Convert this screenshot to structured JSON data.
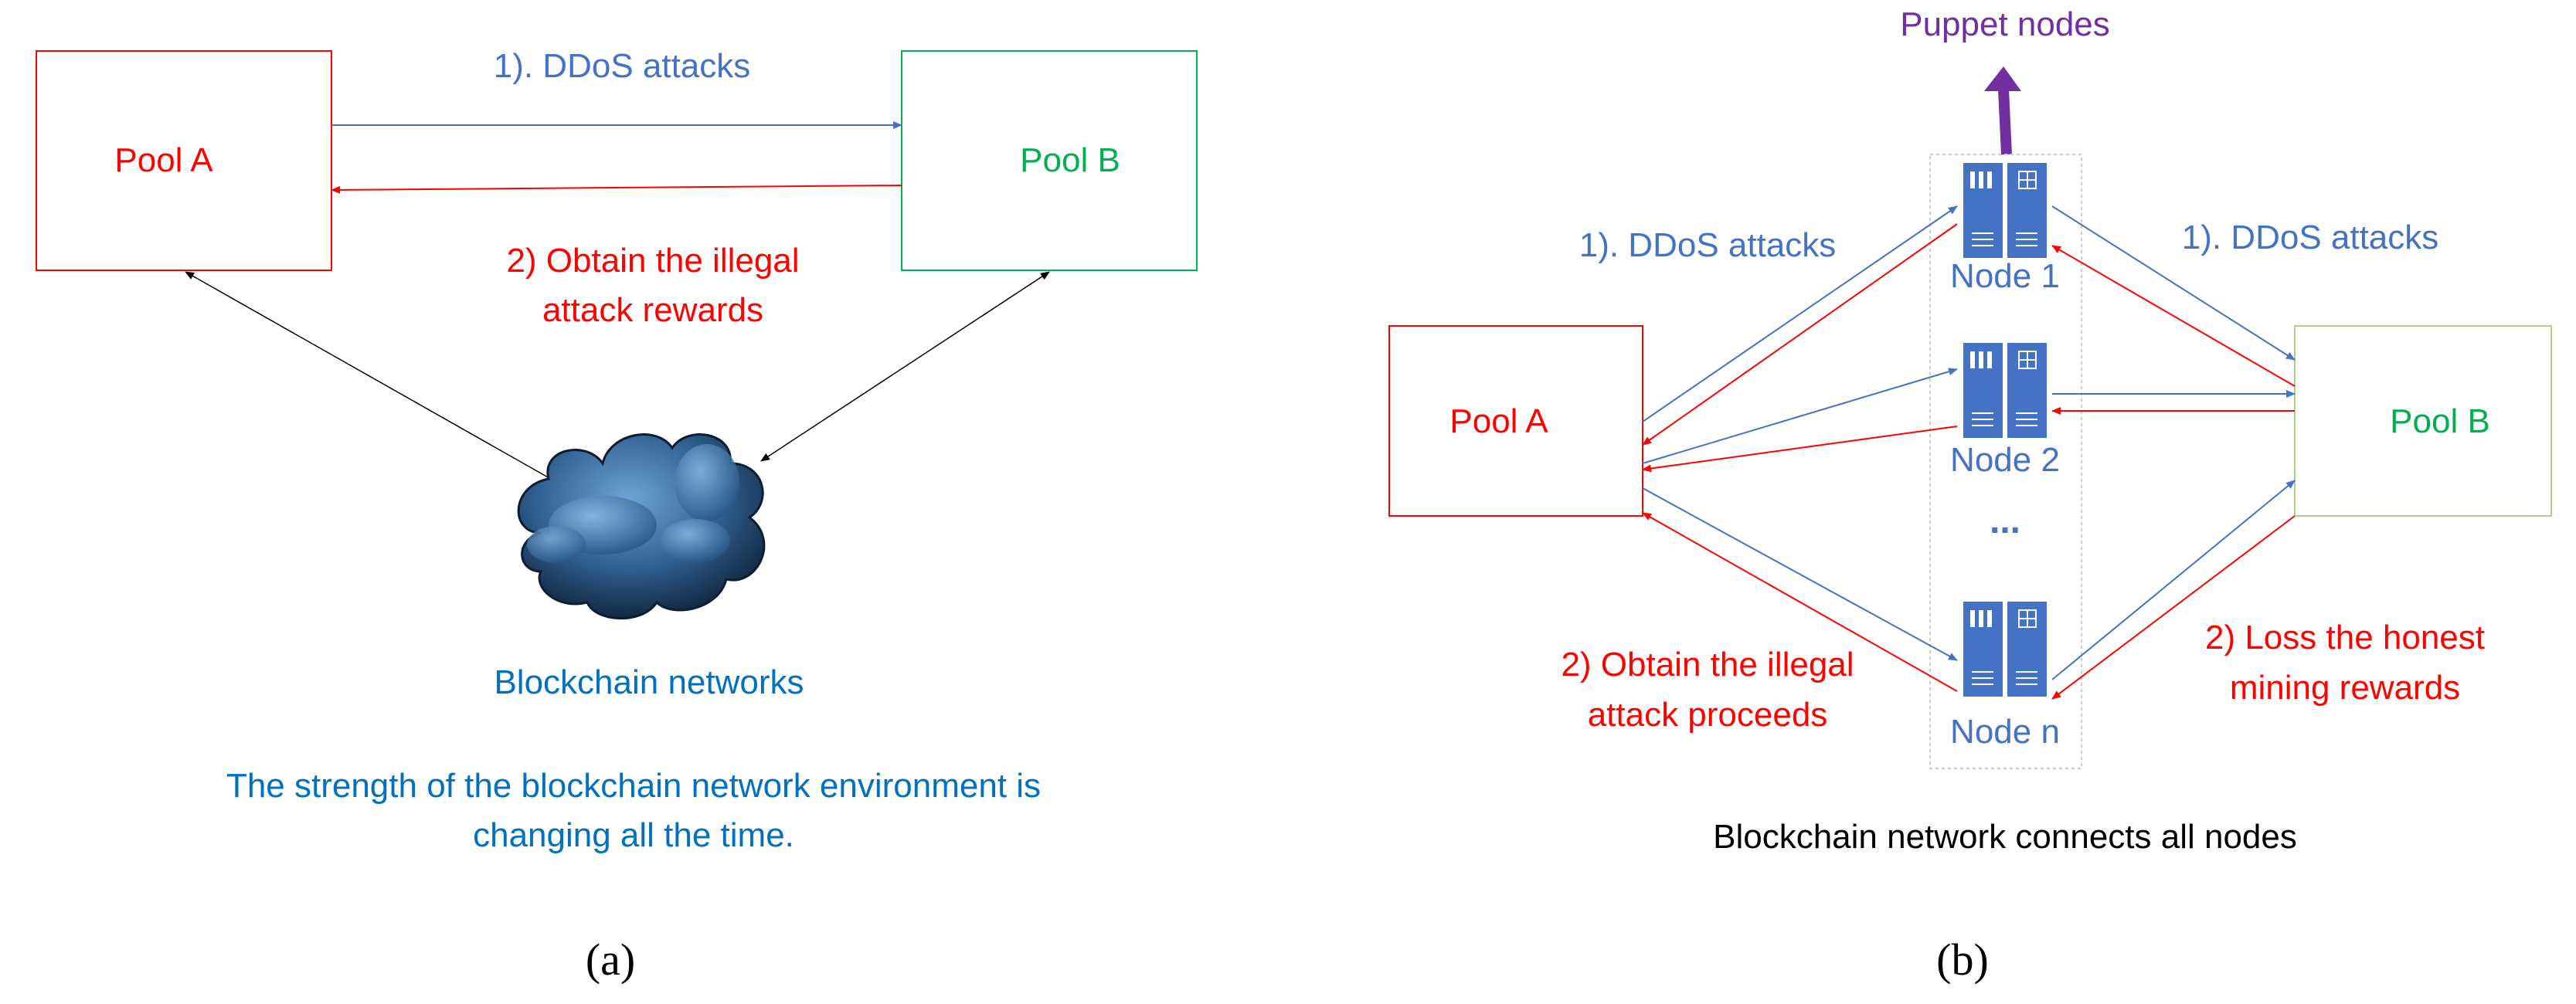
{
  "colors": {
    "red": "#ff0000",
    "green": "#00b050",
    "blue": "#4472c4",
    "cyan_text": "#0070c0",
    "purple": "#7030a0",
    "node_fill": "#4472c4",
    "black": "#000000"
  },
  "panel_a": {
    "pool_a": "Pool A",
    "pool_b": "Pool B",
    "ddos_label": "1). DDoS attacks",
    "obtain_line1": "2) Obtain the illegal",
    "obtain_line2": "attack rewards",
    "cloud_icon": "cloud-icon",
    "network_label": "Blockchain networks",
    "strength_line1": "The strength of the blockchain network environment is",
    "strength_line2": "changing all the time.",
    "caption": "(a)"
  },
  "panel_b": {
    "puppet_label": "Puppet nodes",
    "ddos_left": "1). DDoS attacks",
    "ddos_right": "1). DDoS attacks",
    "pool_a": "Pool A",
    "pool_b": "Pool B",
    "server_icon": "server-icon",
    "node1": "Node 1",
    "node2": "Node 2",
    "ellipsis": "...",
    "noden": "Node n",
    "obtain_line1": "2) Obtain the illegal",
    "obtain_line2": "attack proceeds",
    "loss_line1": "2) Loss the honest",
    "loss_line2": "mining rewards",
    "network_label": "Blockchain network connects all nodes",
    "caption": "(b)"
  }
}
